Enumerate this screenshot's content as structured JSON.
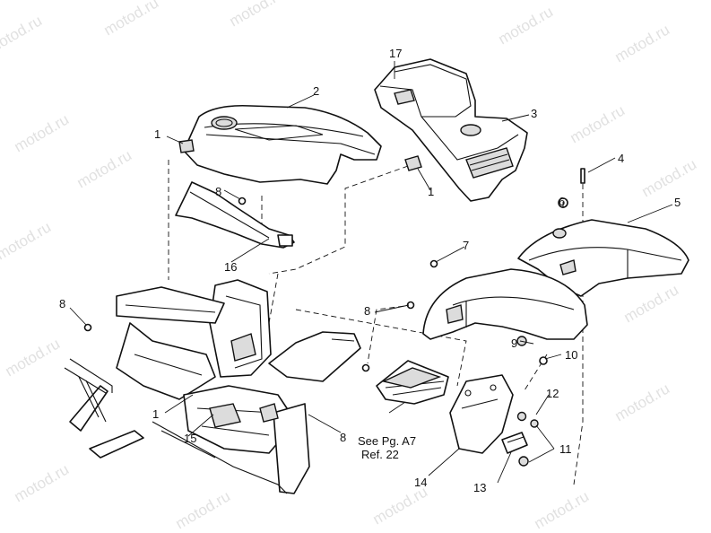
{
  "diagram": {
    "watermark_text": "motod.ru",
    "callouts": {
      "c1a": "1",
      "c1b": "1",
      "c1c": "1",
      "c2": "2",
      "c3": "3",
      "c4": "4",
      "c5": "5",
      "c6": "6",
      "c7": "7",
      "c8a": "8",
      "c8b": "8",
      "c8c": "8",
      "c8d": "8",
      "c9": "9",
      "c10": "10",
      "c11": "11",
      "c12": "12",
      "c13": "13",
      "c14": "14",
      "c15": "15",
      "c16": "16",
      "c17": "17"
    },
    "note": {
      "line1": "See Pg. A7",
      "line2": "Ref. 22"
    }
  }
}
